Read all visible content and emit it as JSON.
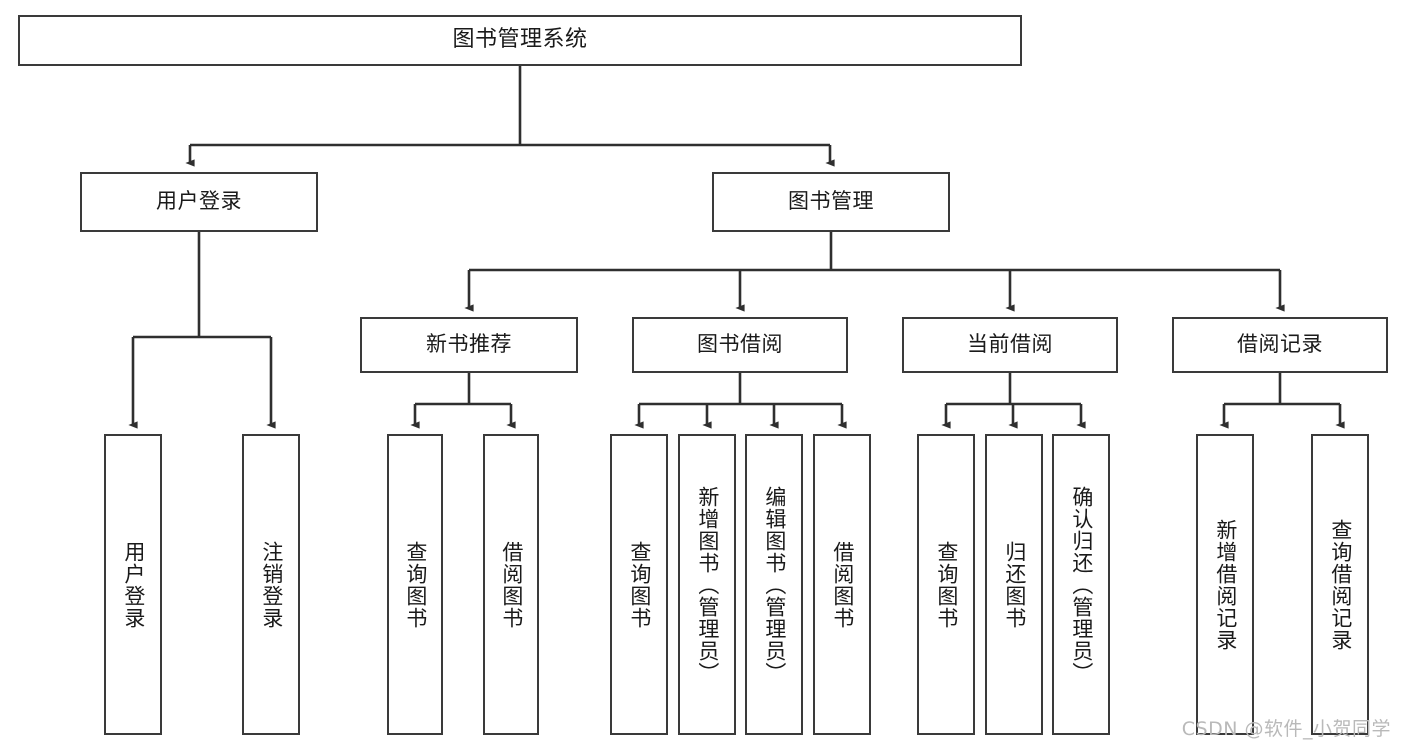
{
  "diagram": {
    "title": "图书管理系统",
    "type": "tree-hierarchy",
    "watermark": "CSDN @软件_小贺同学",
    "colors": {
      "box_border": "#3a3a3a",
      "box_fill": "#ffffff",
      "edge": "#2f2f2f",
      "text": "#1a1a1a",
      "watermark": "#b9b9b9",
      "background": "#ffffff"
    },
    "root": {
      "label": "图书管理系统"
    },
    "level1": [
      {
        "label": "用户登录"
      },
      {
        "label": "图书管理"
      }
    ],
    "level2": [
      {
        "label": "新书推荐"
      },
      {
        "label": "图书借阅"
      },
      {
        "label": "当前借阅"
      },
      {
        "label": "借阅记录"
      }
    ],
    "leaves": {
      "user_login": [
        {
          "label": "用户登录"
        },
        {
          "label": "注销登录"
        }
      ],
      "new_book_recommend": [
        {
          "label": "查询图书"
        },
        {
          "label": "借阅图书"
        }
      ],
      "book_borrow": [
        {
          "label": "查询图书"
        },
        {
          "label": "新增图书（管理员）"
        },
        {
          "label": "编辑图书（管理员）"
        },
        {
          "label": "借阅图书"
        }
      ],
      "current_borrow": [
        {
          "label": "查询图书"
        },
        {
          "label": "归还图书"
        },
        {
          "label": "确认归还（管理员）"
        }
      ],
      "borrow_records": [
        {
          "label": "新增借阅记录"
        },
        {
          "label": "查询借阅记录"
        }
      ]
    }
  }
}
